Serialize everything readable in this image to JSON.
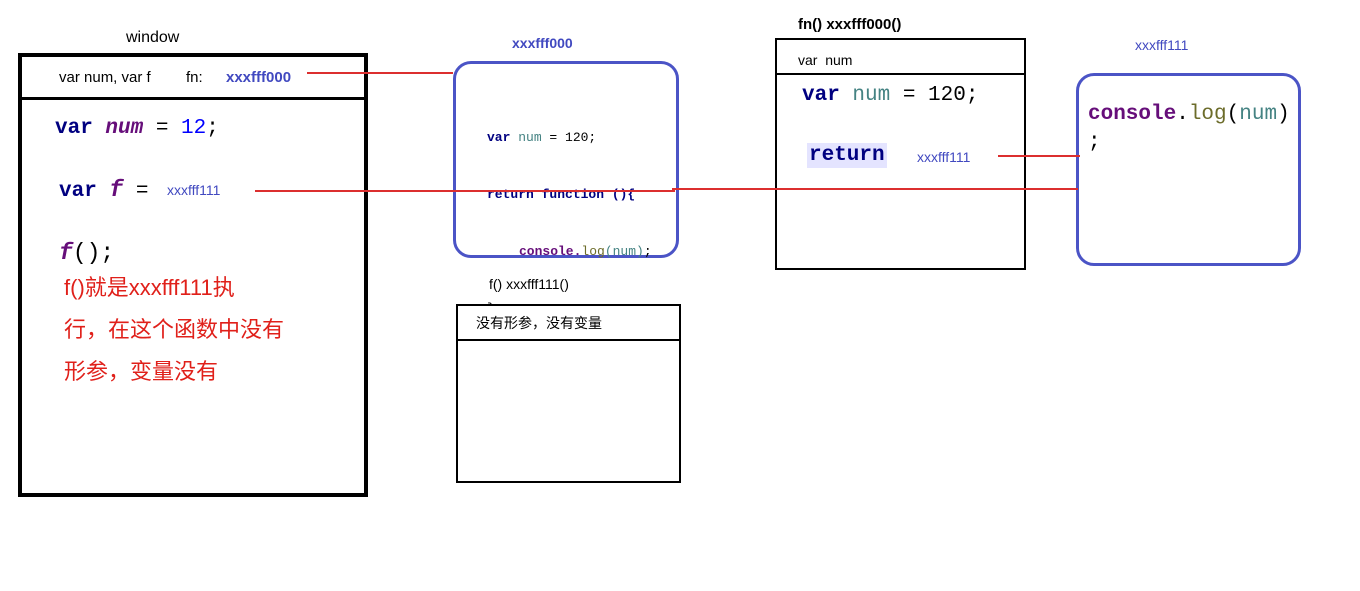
{
  "window_box": {
    "title": "window",
    "header_vars": "var num, var f",
    "header_fn_label": "fn:",
    "header_fn_addr": "xxxfff000",
    "code": {
      "line1_kw": "var",
      "line1_var": "num",
      "line1_op": " = ",
      "line1_num": "12",
      "line1_end": ";",
      "line2_kw": "var",
      "line2_var": "f",
      "line2_op": " = ",
      "line2_addr": "xxxfff111",
      "line3_fn": "f",
      "line3_rest": "();"
    },
    "note_lines": [
      "f()就是xxxfff111执",
      "行，在这个函数中没有",
      "形参，变量没有"
    ]
  },
  "heap_fn": {
    "addr": "xxxfff000",
    "code": {
      "l1_kw": "var",
      "l1_name": "num",
      "l1_rest": " = 120;",
      "l2": "return function (){",
      "l3_obj": "console.",
      "l3_method": "log",
      "l3_arg": "(num)",
      "l3_end": ";",
      "l4": "}"
    }
  },
  "exec_fn": {
    "title": "fn()   xxxfff000()",
    "header": "var  num",
    "code_kw": "var",
    "code_name": "num",
    "code_rest": " = 120;",
    "return_kw": "return",
    "return_addr": "xxxfff111"
  },
  "heap_f": {
    "addr": "xxxfff111",
    "code_obj": "console",
    "code_dot": ".",
    "code_method": "log",
    "code_paren_open": "(",
    "code_arg": "num",
    "code_paren_close": ")",
    "code_end": ";"
  },
  "exec_f": {
    "title": "f()  xxxfff111()",
    "header": "没有形参，没有变量"
  }
}
